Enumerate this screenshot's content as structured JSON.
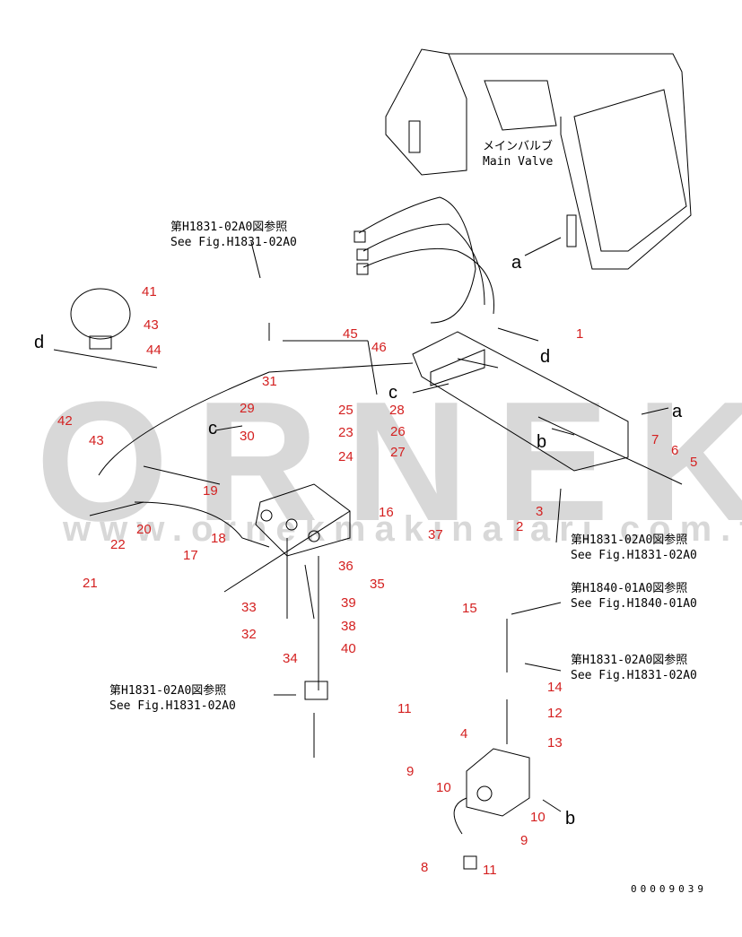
{
  "watermark": {
    "brand": "ORNEK",
    "url": "www.ornekmakinalari.com.tr"
  },
  "main_valve": {
    "jp": "メインバルブ",
    "en": "Main Valve"
  },
  "references": [
    {
      "jp": "第H1831-02A0図参照",
      "en": "See Fig.H1831-02A0"
    },
    {
      "jp": "第H1831-02A0図参照",
      "en": "See Fig.H1831-02A0"
    },
    {
      "jp": "第H1840-01A0図参照",
      "en": "See Fig.H1840-01A0"
    },
    {
      "jp": "第H1831-02A0図参照",
      "en": "See Fig.H1831-02A0"
    },
    {
      "jp": "第H1831-02A0図参照",
      "en": "See Fig.H1831-02A0"
    }
  ],
  "part_numbers": [
    "41",
    "43",
    "44",
    "42",
    "43",
    "31",
    "29",
    "25",
    "28",
    "23",
    "26",
    "30",
    "24",
    "27",
    "19",
    "22",
    "20",
    "21",
    "18",
    "16",
    "37",
    "17",
    "36",
    "35",
    "33",
    "39",
    "32",
    "38",
    "34",
    "40",
    "45",
    "46",
    "1",
    "2",
    "3",
    "7",
    "6",
    "5",
    "15",
    "14",
    "12",
    "13",
    "11",
    "4",
    "9",
    "10",
    "10",
    "9",
    "8",
    "11"
  ],
  "view_letters": [
    "a",
    "d",
    "c",
    "a",
    "b",
    "b",
    "c",
    "d"
  ],
  "drawing_code": "00009039",
  "colors": {
    "label": "#d42020",
    "watermark": "#d8d8d8"
  }
}
